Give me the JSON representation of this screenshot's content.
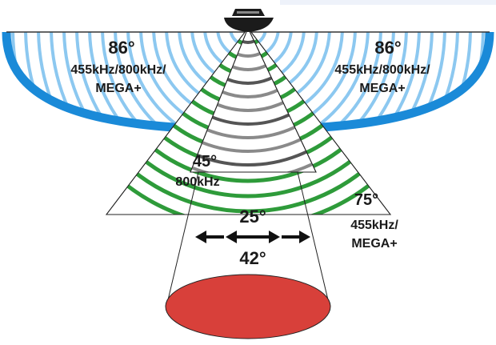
{
  "side_scan": {
    "left_angle": "86°",
    "left_freq_line1": "455kHz/800kHz/",
    "left_freq_line2": "MEGA+",
    "right_angle": "86°",
    "right_freq_line1": "455kHz/800kHz/",
    "right_freq_line2": "MEGA+"
  },
  "down_scan": {
    "narrow_angle": "45°",
    "narrow_freq": "800kHz",
    "wide_angle": "75°",
    "wide_freq_line1": "455kHz/",
    "wide_freq_line2": "MEGA+"
  },
  "sonar": {
    "inner_angle": "25°",
    "outer_angle": "42°"
  },
  "colors": {
    "side_blue_dark": "#1a8ad8",
    "side_blue_light": "#8cc8f0",
    "green_band": "#2e9b3a",
    "gray_band": "#8a8a8a",
    "dark_gray_band": "#555555",
    "sonar_footprint": "#d8403a",
    "boat_hull": "#1b1b1b"
  }
}
